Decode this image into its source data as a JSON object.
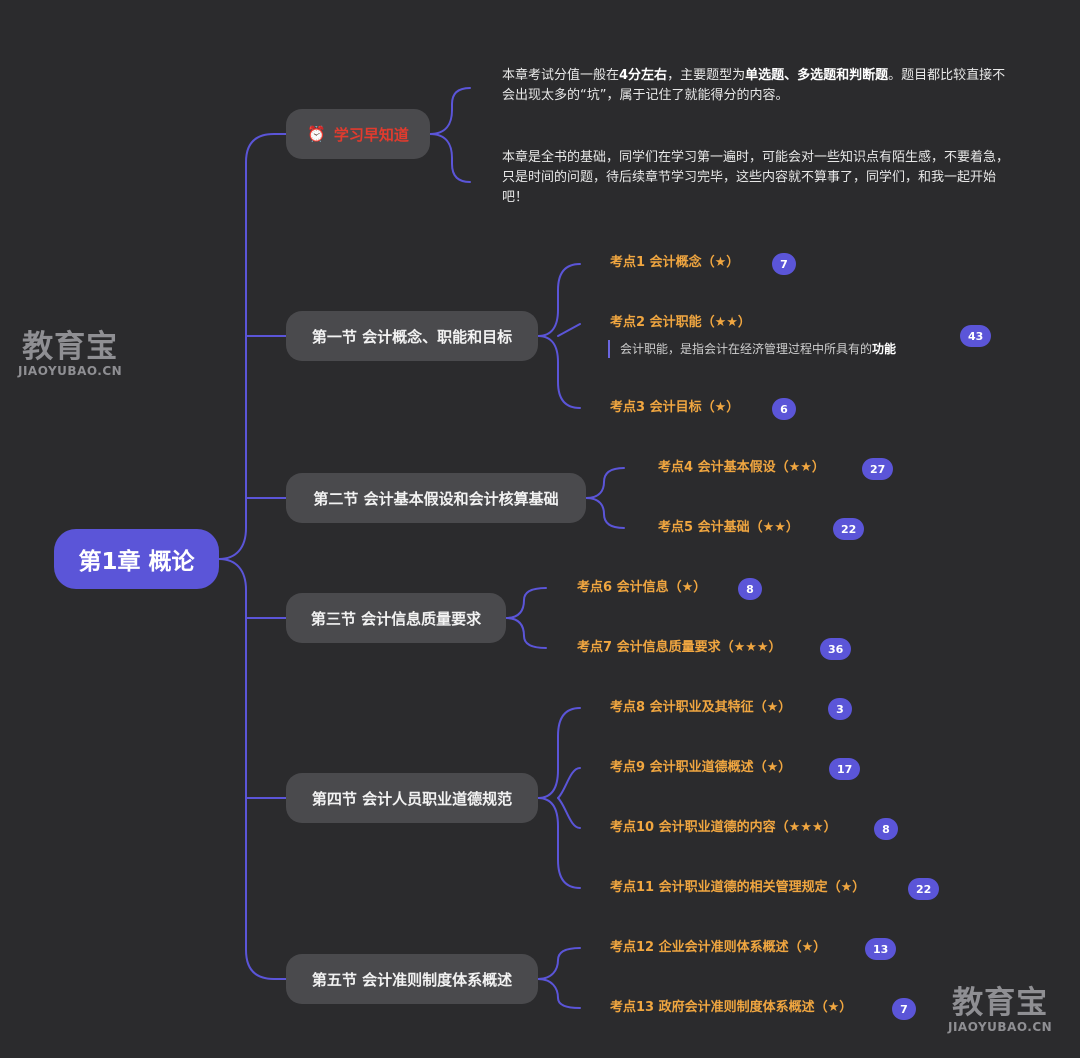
{
  "root": {
    "title": "第1章 概论"
  },
  "intro": {
    "title": "学习早知道",
    "icon": "alarm-clock-icon",
    "para1": {
      "t1": "本章考试分值一般在",
      "b1": "4分左右",
      "t2": "，主要题型为",
      "b2": "单选题、多选题和判断题",
      "t3": "。题目都比较直接不会出现太多的“坑”，属于记住了就能得分的内容。"
    },
    "para2": "本章是全书的基础，同学们在学习第一遍时，可能会对一些知识点有陌生感，不要着急，只是时间的问题，待后续章节学习完毕，这些内容就不算事了，同学们，和我一起开始吧！"
  },
  "sections": [
    {
      "title": "第一节 会计概念、职能和目标",
      "points": [
        {
          "label": "考点1 会计概念（★）",
          "count": "7"
        },
        {
          "label": "考点2 会计职能（★★）",
          "count": "43",
          "note_text": "会计职能，是指会计在经济管理过程中所具有的",
          "note_bold": "功能"
        },
        {
          "label": "考点3 会计目标（★）",
          "count": "6"
        }
      ]
    },
    {
      "title": "第二节 会计基本假设和会计核算基础",
      "points": [
        {
          "label": "考点4 会计基本假设（★★）",
          "count": "27"
        },
        {
          "label": "考点5 会计基础（★★）",
          "count": "22"
        }
      ]
    },
    {
      "title": "第三节 会计信息质量要求",
      "points": [
        {
          "label": "考点6 会计信息（★）",
          "count": "8"
        },
        {
          "label": "考点7 会计信息质量要求（★★★）",
          "count": "36"
        }
      ]
    },
    {
      "title": "第四节 会计人员职业道德规范",
      "points": [
        {
          "label": "考点8 会计职业及其特征（★）",
          "count": "3"
        },
        {
          "label": "考点9 会计职业道德概述（★）",
          "count": "17"
        },
        {
          "label": "考点10 会计职业道德的内容（★★★）",
          "count": "8"
        },
        {
          "label": "考点11 会计职业道德的相关管理规定（★）",
          "count": "22"
        }
      ]
    },
    {
      "title": "第五节 会计准则制度体系概述",
      "points": [
        {
          "label": "考点12 企业会计准则体系概述（★）",
          "count": "13"
        },
        {
          "label": "考点13 政府会计准则制度体系概述（★）",
          "count": "7"
        }
      ]
    }
  ],
  "watermark": {
    "cn": "教育宝",
    "en": "JIAOYUBAO.CN"
  },
  "colors": {
    "background": "#2b2b2d",
    "accent": "#5b55d8",
    "point": "#f0a640",
    "intro_title": "#e23b2e",
    "section_bg": "#4a4a4d"
  }
}
